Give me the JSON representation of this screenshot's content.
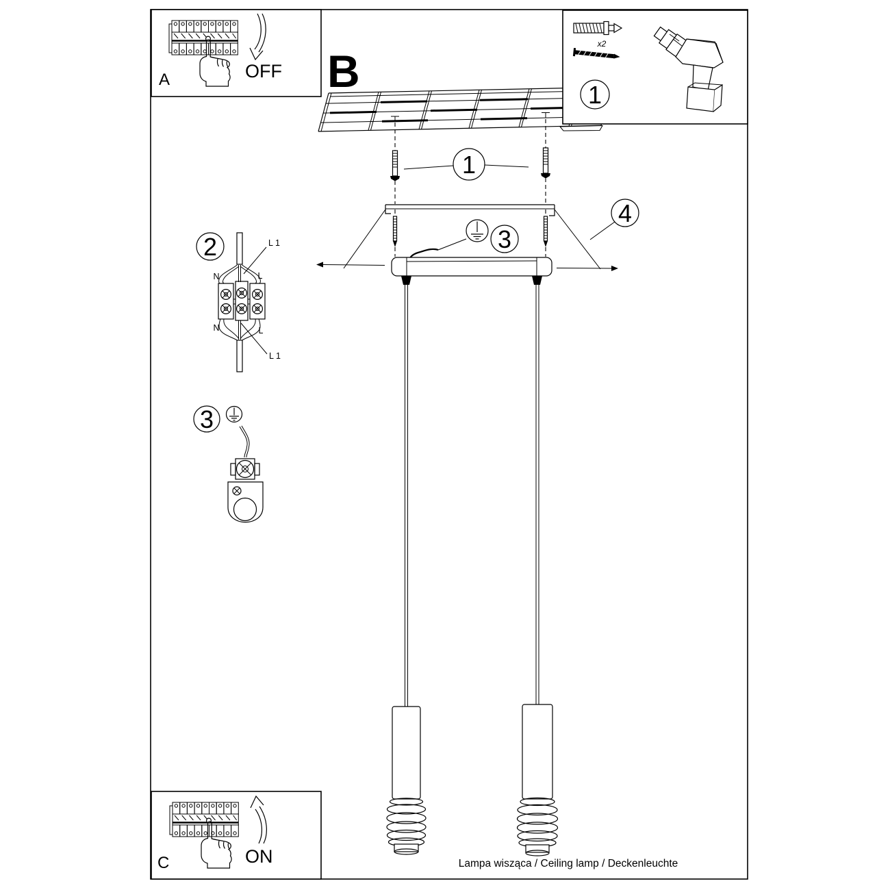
{
  "page": {
    "caption": "Lampa wisząca / Ceiling lamp / Deckenleuchte"
  },
  "steps": {
    "a_label": "A",
    "a_state": "OFF",
    "b_label": "B",
    "c_label": "C",
    "c_state": "ON"
  },
  "kit": {
    "callout": "1",
    "screw_quantity": "x2"
  },
  "callouts": {
    "ceiling_screws": "1",
    "terminal_block": "2",
    "ground_wire": "3",
    "ground_canopy": "3",
    "canopy": "4"
  },
  "terminal_labels": {
    "n_top": "N",
    "l_top": "L",
    "l1_top": "L 1",
    "n_bottom": "N",
    "l_bottom": "L",
    "l1_bottom": "L 1"
  },
  "colors": {
    "line": "#000000",
    "background": "#ffffff"
  }
}
